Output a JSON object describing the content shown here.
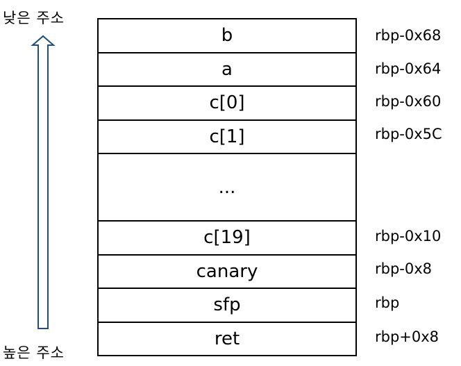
{
  "labels": {
    "low_address": "낮은 주소",
    "high_address": "높은 주소"
  },
  "stack": [
    {
      "name": "b",
      "offset": "rbp-0x68",
      "size": 1
    },
    {
      "name": "a",
      "offset": "rbp-0x64",
      "size": 1
    },
    {
      "name": "c[0]",
      "offset": "rbp-0x60",
      "size": 1
    },
    {
      "name": "c[1]",
      "offset": "rbp-0x5C",
      "size": 1
    },
    {
      "name": "...",
      "offset": "",
      "size": 2
    },
    {
      "name": "c[19]",
      "offset": "rbp-0x10",
      "size": 1
    },
    {
      "name": "canary",
      "offset": "rbp-0x8",
      "size": 1
    },
    {
      "name": "sfp",
      "offset": "rbp",
      "size": 1
    },
    {
      "name": "ret",
      "offset": "rbp+0x8",
      "size": 1
    }
  ],
  "colors": {
    "arrow_stroke": "#1f4e79",
    "border": "#000000",
    "text": "#000000"
  },
  "icons": {
    "direction_arrow": "up-arrow-icon"
  }
}
